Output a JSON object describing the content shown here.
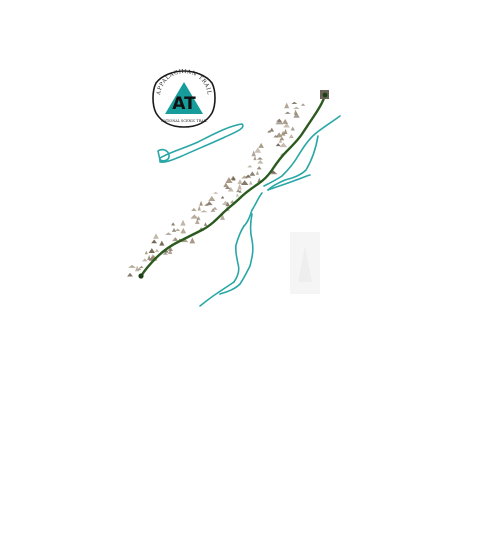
{
  "logo": {
    "top_text": "APPALACHIAN TRAIL",
    "bottom_text": "NATIONAL SCENIC TRAIL",
    "emblem_letters": "AT",
    "teal": "#179c9c",
    "outline": "#1a1a1a"
  },
  "colors": {
    "trail": "#2b5a1f",
    "water": "#2aa6a6",
    "mountains": "#9a8a72",
    "background": "#ffffff"
  },
  "icons": [
    "appalachian-trail-logo",
    "trail-start-marker",
    "trail-end-marker"
  ]
}
